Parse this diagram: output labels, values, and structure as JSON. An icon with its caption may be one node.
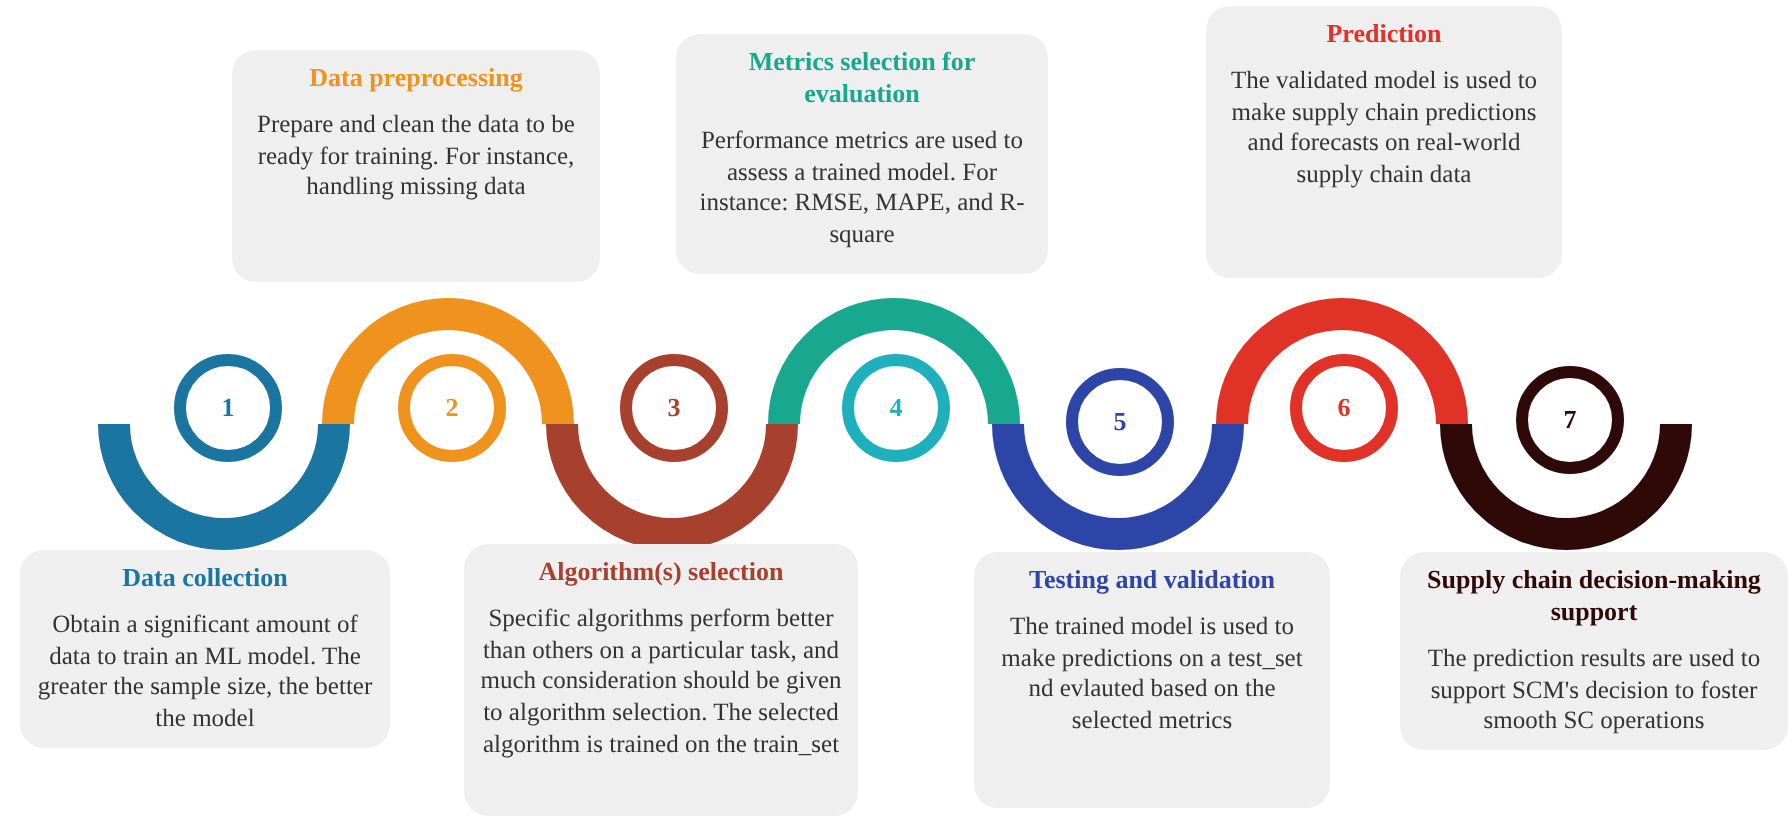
{
  "diagram": {
    "nodes": [
      {
        "text": [
          "Data collection",
          "Obtain a significant amount of data to train an ML model. The greater the sample size, the better the model"
        ]
      },
      {
        "text": [
          "1"
        ]
      },
      {
        "text": [
          "Data preprocessing",
          "Prepare and clean the data to be ready for training. For instance, handling missing data"
        ]
      },
      {
        "text": [
          "2"
        ]
      },
      {
        "text": [
          "Algorithm(s) selection",
          "Specific algorithms perform better than others on a particular task, and much consideration should be given to algorithm selection. The selected algorithm is trained on the train_set"
        ]
      },
      {
        "text": [
          "3"
        ]
      },
      {
        "text": [
          "Metrics selection for evaluation",
          "Performance metrics are used to assess a trained model. For instance: RMSE, MAPE, and R-square"
        ]
      },
      {
        "text": [
          "4"
        ]
      },
      {
        "text": [
          "Testing and validation",
          "The trained model is used to make predictions on a test_set nd evlauted based on the selected metrics"
        ]
      },
      {
        "text": [
          "5"
        ]
      },
      {
        "text": [
          "Prediction",
          "The validated model is used to make supply chain predictions and forecasts on real-world supply chain data"
        ]
      },
      {
        "text": [
          "6"
        ]
      },
      {
        "text": [
          "Supply chain decision-making support",
          "The prediction results are used to support SCM's decision to foster smooth SC operations"
        ]
      },
      {
        "text": [
          "7"
        ]
      }
    ]
  }
}
